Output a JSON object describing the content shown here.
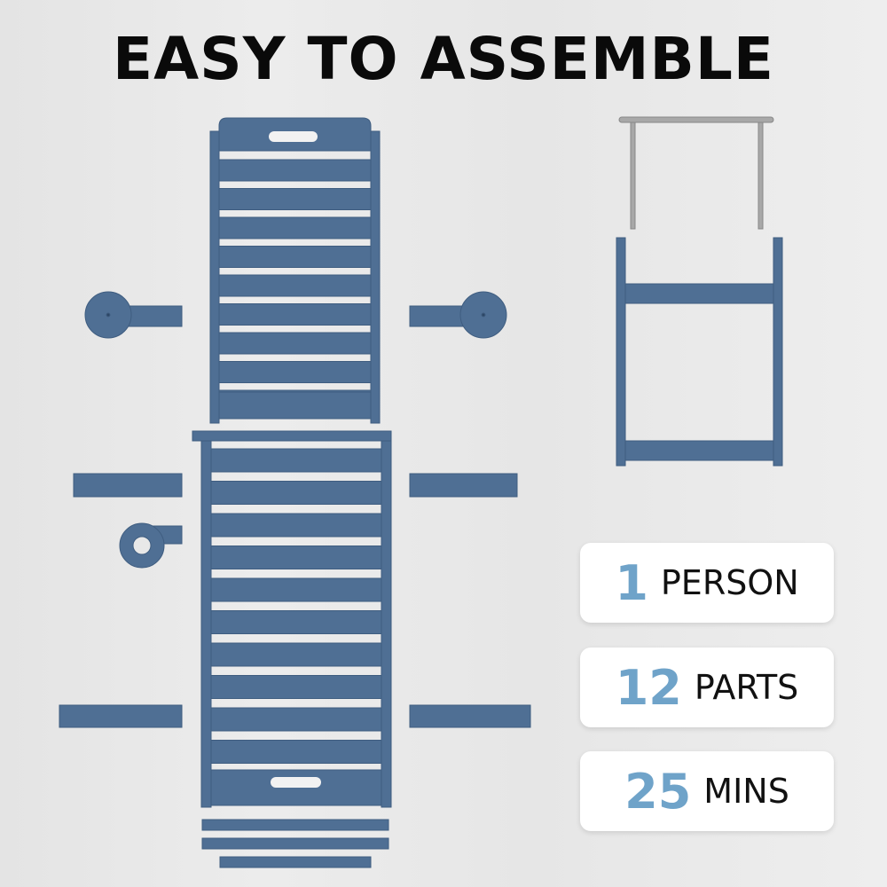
{
  "title": "EASY TO ASSEMBLE",
  "colors": {
    "part": "#4f6f94",
    "part_dark": "#3f5d80",
    "metal": "#a8a8a8",
    "accent": "#6fa3c9"
  },
  "stats": [
    {
      "number": "1",
      "label": "PERSON"
    },
    {
      "number": "12",
      "label": "PARTS"
    },
    {
      "number": "25",
      "label": "MINS"
    }
  ]
}
